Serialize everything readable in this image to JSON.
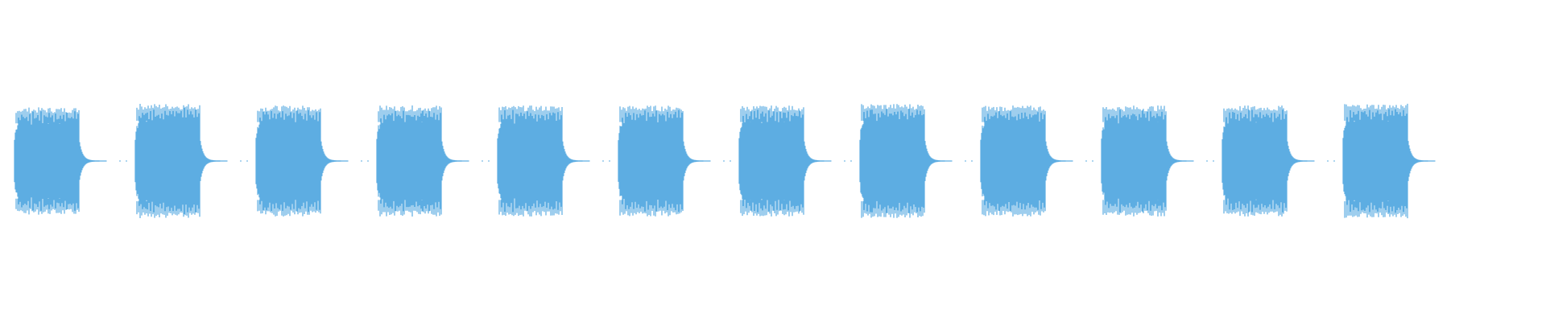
{
  "waveform": {
    "color": "#5dade2",
    "background": "#ffffff",
    "burst_count": 12,
    "bursts": [
      {
        "index": 1,
        "peak_amplitude": 0.58
      },
      {
        "index": 2,
        "peak_amplitude": 0.62
      },
      {
        "index": 3,
        "peak_amplitude": 0.6
      },
      {
        "index": 4,
        "peak_amplitude": 0.6
      },
      {
        "index": 5,
        "peak_amplitude": 0.6
      },
      {
        "index": 6,
        "peak_amplitude": 0.6
      },
      {
        "index": 7,
        "peak_amplitude": 0.6
      },
      {
        "index": 8,
        "peak_amplitude": 0.62
      },
      {
        "index": 9,
        "peak_amplitude": 0.6
      },
      {
        "index": 10,
        "peak_amplitude": 0.6
      },
      {
        "index": 11,
        "peak_amplitude": 0.6
      },
      {
        "index": 12,
        "peak_amplitude": 0.62
      }
    ]
  }
}
